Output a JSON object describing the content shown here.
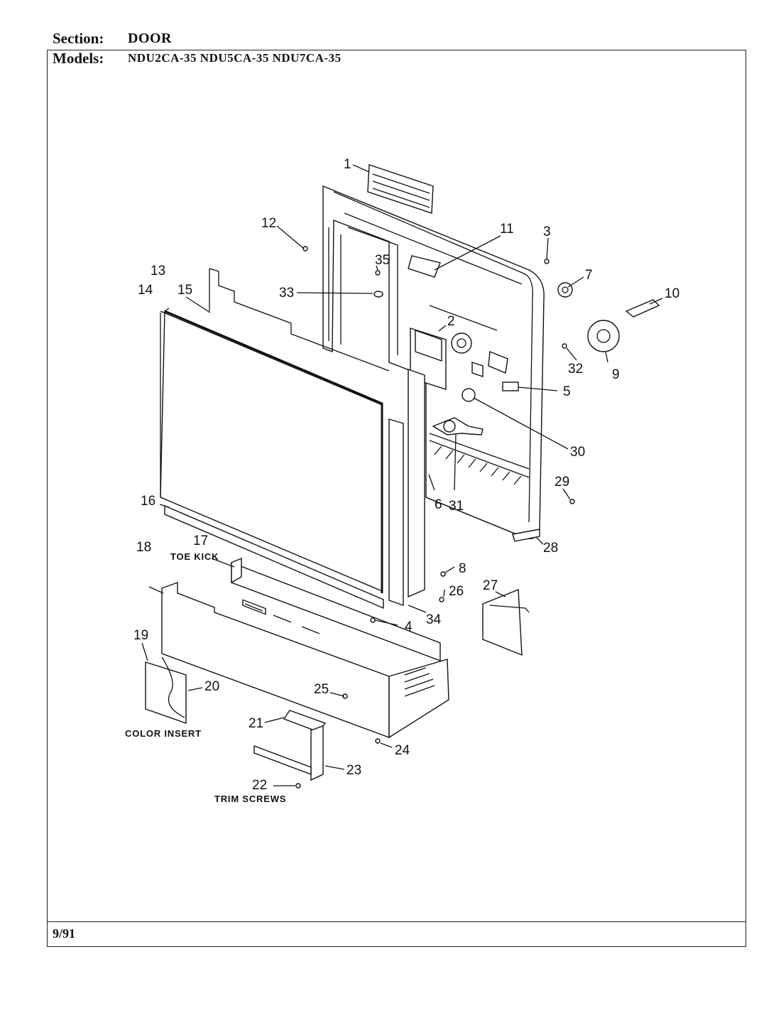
{
  "header": {
    "section_label": "Section:",
    "section_value": "DOOR",
    "models_label": "Models:",
    "models_value": "NDU2CA-35  NDU5CA-35  NDU7CA-35"
  },
  "footer": {
    "date": "9/91"
  },
  "diagram": {
    "callouts": [
      "1",
      "2",
      "3",
      "4",
      "5",
      "6",
      "7",
      "8",
      "9",
      "10",
      "11",
      "12",
      "13",
      "14",
      "15",
      "16",
      "17",
      "18",
      "19",
      "20",
      "21",
      "22",
      "23",
      "24",
      "25",
      "26",
      "27",
      "28",
      "29",
      "30",
      "31",
      "32",
      "33",
      "34",
      "35"
    ],
    "captions": {
      "toe_kick": "TOE KICK",
      "color_insert": "COLOR INSERT",
      "trim_screws": "TRIM SCREWS"
    }
  }
}
